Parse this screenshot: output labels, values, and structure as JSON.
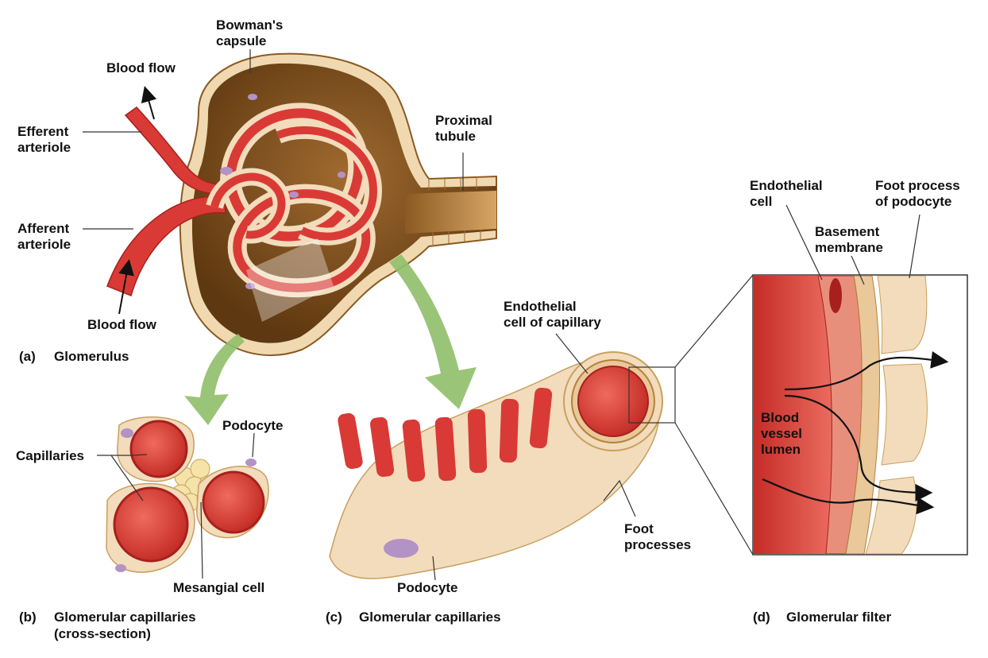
{
  "labels": {
    "bowmans_capsule": "Bowman's\ncapsule",
    "blood_flow_top": "Blood flow",
    "efferent_arteriole": "Efferent\narteriole",
    "afferent_arteriole": "Afferent\narteriole",
    "blood_flow_bottom": "Blood flow",
    "proximal_tubule": "Proximal\ntubule",
    "endothelial_cell_of_capillary": "Endothelial\ncell of capillary",
    "endothelial_cell": "Endothelial\ncell",
    "foot_process_of_podocyte": "Foot process\nof podocyte",
    "basement_membrane": "Basement\nmembrane",
    "podocyte_b": "Podocyte",
    "capillaries": "Capillaries",
    "mesangial_cell": "Mesangial cell",
    "podocyte_c": "Podocyte",
    "foot_processes": "Foot\nprocesses",
    "blood_vessel_lumen": "Blood\nvessel\nlumen"
  },
  "captions": {
    "a": {
      "letter": "(a)",
      "text": "Glomerulus"
    },
    "b": {
      "letter": "(b)",
      "text": "Glomerular capillaries\n(cross-section)"
    },
    "c": {
      "letter": "(c)",
      "text": "Glomerular capillaries"
    },
    "d": {
      "letter": "(d)",
      "text": "Glomerular filter"
    }
  },
  "colors": {
    "blood_red": "#d93a35",
    "dark_red": "#a8201d",
    "tissue_cream": "#f2dcbc",
    "tissue_tan": "#e9c89a",
    "capsule_brown": "#7a4c1c",
    "arrow_green": "#8fbf6a",
    "mesangial_yellow": "#f5e3a8",
    "nucleus_purple": "#b392c6"
  }
}
